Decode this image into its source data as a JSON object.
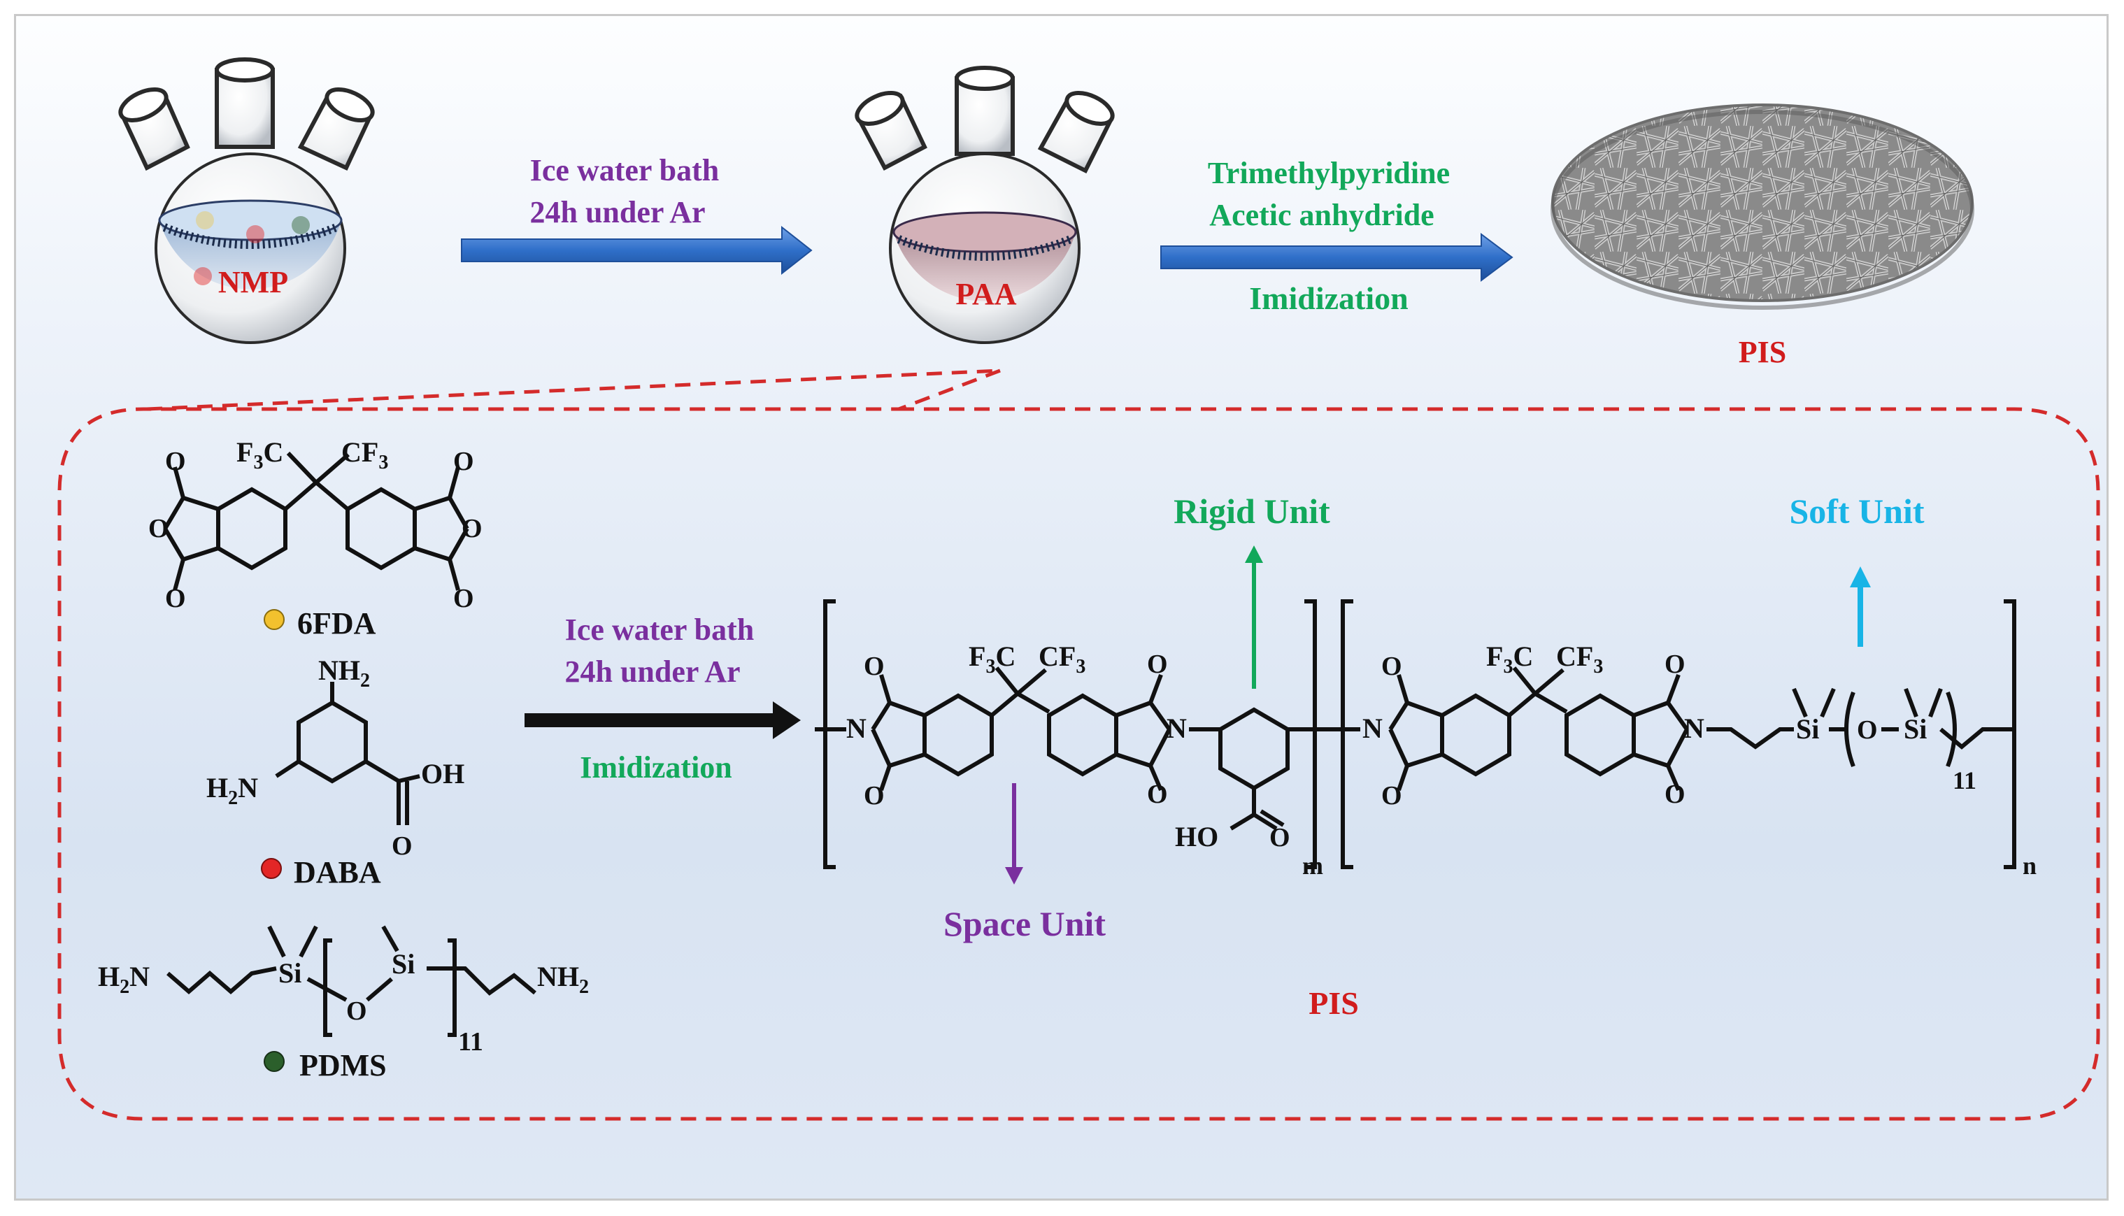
{
  "colors": {
    "purple": "#7a2f9e",
    "green": "#12a85a",
    "red": "#d11c1c",
    "cyan": "#18b4e6",
    "blue_arrow": "#2f6fc9",
    "dash": "#d42b2b",
    "dot_6fda": "#f2c12e",
    "dot_daba": "#e32626",
    "dot_pdms": "#2b5f2b"
  },
  "top": {
    "flask1_label": "NMP",
    "step1_line1": "Ice water bath",
    "step1_line2": "24h under Ar",
    "flask2_label": "PAA",
    "step2_line1": "Trimethylpyridine",
    "step2_line2": "Acetic anhydride",
    "step2_line3": "Imidization",
    "product_label": "PIS"
  },
  "monomers": {
    "m1_name": "6FDA",
    "m2_name": "DABA",
    "m3_name": "PDMS"
  },
  "reaction": {
    "line1": "Ice water bath",
    "line2": "24h under Ar",
    "line3": "Imidization"
  },
  "polymer": {
    "rigid_label": "Rigid Unit",
    "soft_label": "Soft Unit",
    "space_label": "Space Unit",
    "m_sub": "m",
    "n_sub": "n",
    "repeat_11": "11",
    "polymer_name": "PIS"
  },
  "chem": {
    "f3c": "F",
    "f3c_sub": "3",
    "f3c_c": "C",
    "cf3_c": "CF",
    "cf3_sub": "3",
    "o": "O",
    "n": "N",
    "nh2": "NH",
    "nh2_sub": "2",
    "h2n_h": "H",
    "h2n_sub": "2",
    "h2n_n": "N",
    "oh": "OH",
    "ho": "HO",
    "si": "Si",
    "n11": "11"
  }
}
